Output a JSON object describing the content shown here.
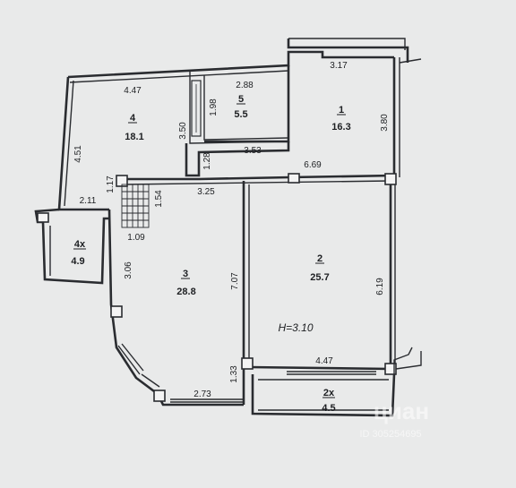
{
  "plan": {
    "height_label": "H=3.10",
    "rooms": [
      {
        "number": "1",
        "area": "16.3"
      },
      {
        "number": "2",
        "area": "25.7"
      },
      {
        "number": "3",
        "area": "28.8"
      },
      {
        "number": "4",
        "area": "18.1"
      },
      {
        "number": "5",
        "area": "5.5"
      },
      {
        "number": "2х",
        "area": "4.5"
      },
      {
        "number": "4х",
        "area": "4.9"
      }
    ],
    "dimensions": [
      "3.17",
      "4.47",
      "2.88",
      "1.98",
      "3.50",
      "3.80",
      "3.53",
      "4.51",
      "1.28",
      "6.69",
      "1.17",
      "2.11",
      "1.54",
      "3.25",
      "1.09",
      "3.06",
      "7.07",
      "6.19",
      "4.47",
      "2.73",
      "1.33"
    ]
  },
  "watermark": {
    "text": "циан",
    "id_text": "ID 305254695"
  },
  "colors": {
    "paper": "#e9eaea",
    "ink": "#2a2c30",
    "watermark": "#ffffff"
  }
}
